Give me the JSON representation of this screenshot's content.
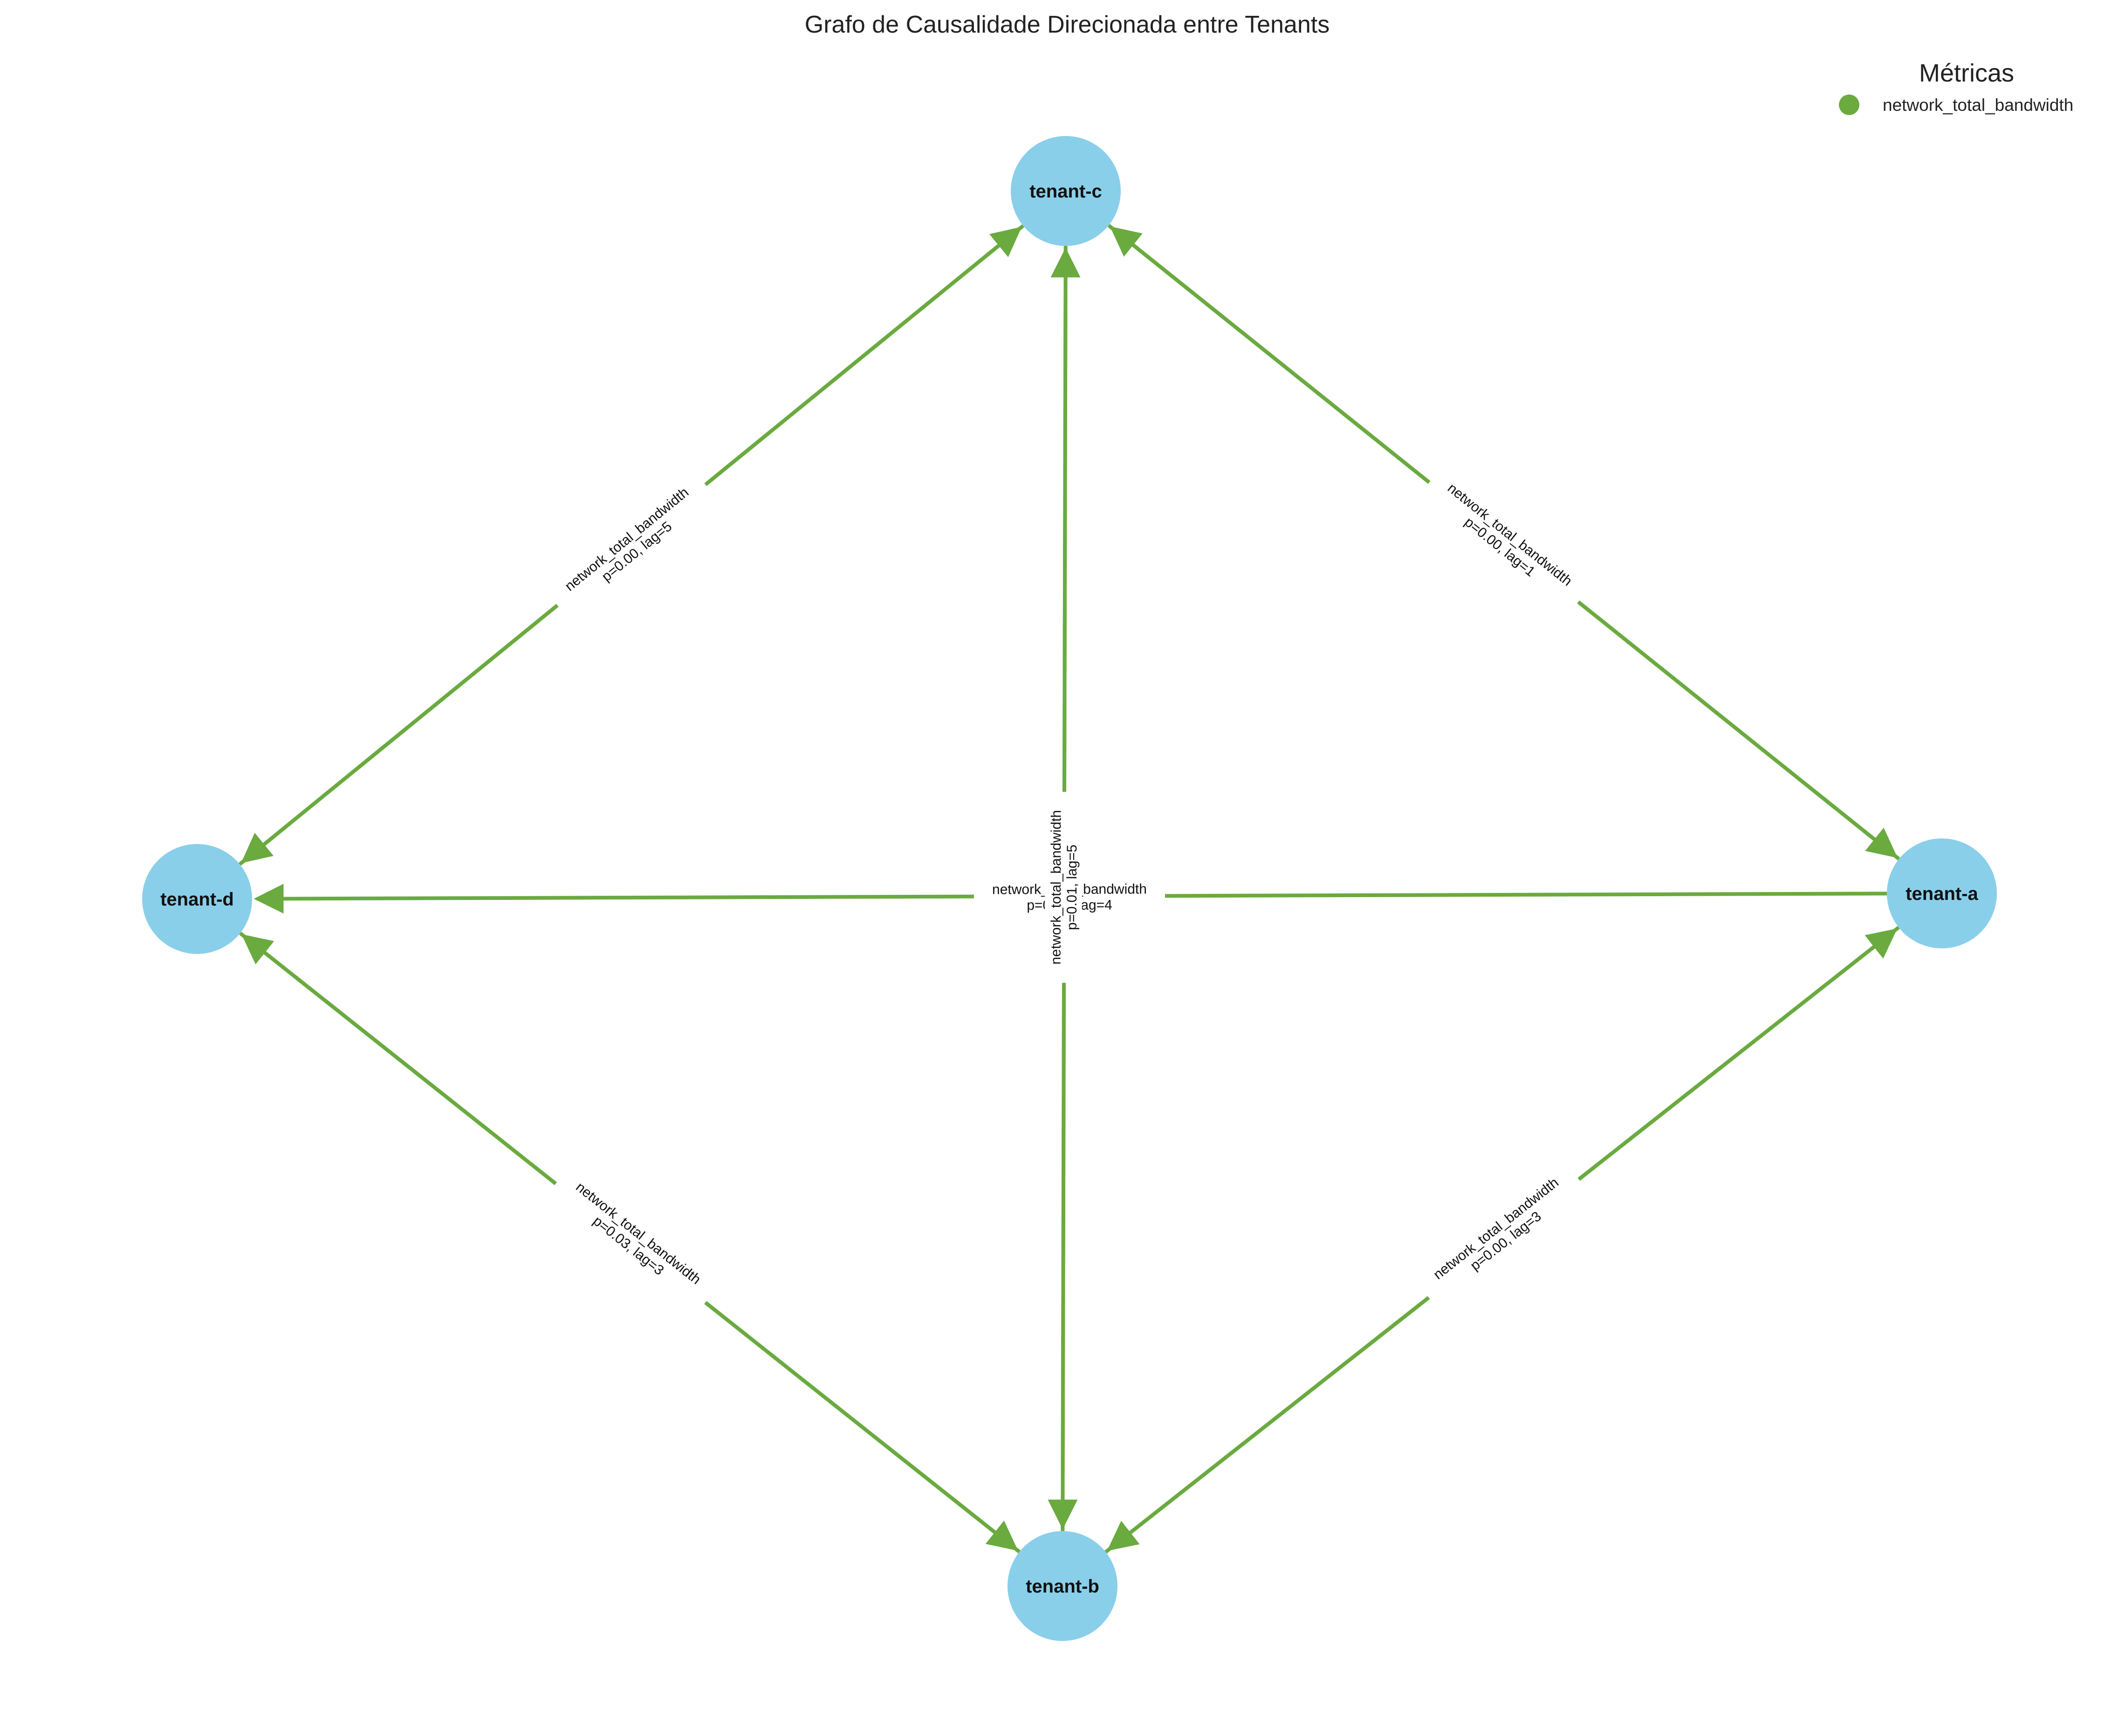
{
  "title": "Grafo de Causalidade Direcionada entre Tenants",
  "legend": {
    "title": "Métricas",
    "items": [
      {
        "label": "network_total_bandwidth",
        "color": "#6aaa3f"
      }
    ]
  },
  "colors": {
    "node_fill": "#89cfea",
    "edge": "#6aaa3f",
    "label_bg": "#ffffff"
  },
  "nodes": [
    {
      "id": "tenant-c",
      "label": "tenant-c"
    },
    {
      "id": "tenant-d",
      "label": "tenant-d"
    },
    {
      "id": "tenant-a",
      "label": "tenant-a"
    },
    {
      "id": "tenant-b",
      "label": "tenant-b"
    }
  ],
  "edges": [
    {
      "from": "tenant-d",
      "to": "tenant-c",
      "line1": "network_total_bandwidth",
      "line2": "p=0.00, lag=5"
    },
    {
      "from": "tenant-c",
      "to": "tenant-d",
      "line1": "network_total_bandwidth",
      "line2": "p=0.00, lag=5"
    },
    {
      "from": "tenant-c",
      "to": "tenant-a",
      "line1": "network_total_bandwidth",
      "line2": "p=0.00, lag=1"
    },
    {
      "from": "tenant-a",
      "to": "tenant-c",
      "line1": "network_total_bandwidth",
      "line2": "p=0.00, lag=1"
    },
    {
      "from": "tenant-a",
      "to": "tenant-d",
      "line1": "network_total_bandwidth",
      "line2": "p=0.01, lag=4"
    },
    {
      "from": "tenant-b",
      "to": "tenant-c",
      "line1": "network_total_bandwidth",
      "line2": "p=0.01, lag=5"
    },
    {
      "from": "tenant-c",
      "to": "tenant-b",
      "line1": "network_total_bandwidth",
      "line2": "p=0.01, lag=5"
    },
    {
      "from": "tenant-b",
      "to": "tenant-d",
      "line1": "network_total_bandwidth",
      "line2": "p=0.03, lag=3"
    },
    {
      "from": "tenant-d",
      "to": "tenant-b",
      "line1": "network_total_bandwidth",
      "line2": "p=0.03, lag=3"
    },
    {
      "from": "tenant-b",
      "to": "tenant-a",
      "line1": "network_total_bandwidth",
      "line2": "p=0.00, lag=3"
    },
    {
      "from": "tenant-a",
      "to": "tenant-b",
      "line1": "network_total_bandwidth",
      "line2": "p=0.00, lag=3"
    }
  ]
}
